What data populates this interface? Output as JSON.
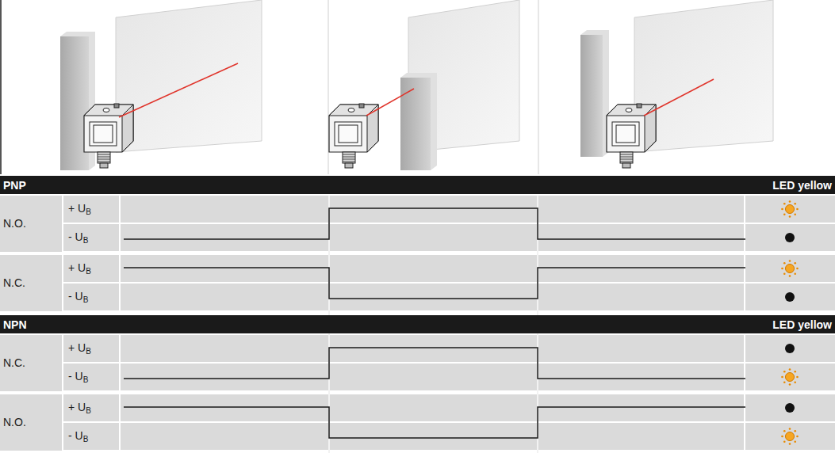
{
  "diagram": {
    "nodes": [
      {
        "text": [
          "PNP",
          "LED yellow"
        ]
      },
      {
        "text": [
          "NPN",
          "LED yellow"
        ]
      }
    ],
    "labels": [
      "N.O.",
      "+ UB",
      "- UB",
      "N.C.",
      "+ UB",
      "- UB",
      "N.C.",
      "+ UB",
      "- UB",
      "N.O.",
      "+ UB",
      "- UB"
    ]
  }
}
